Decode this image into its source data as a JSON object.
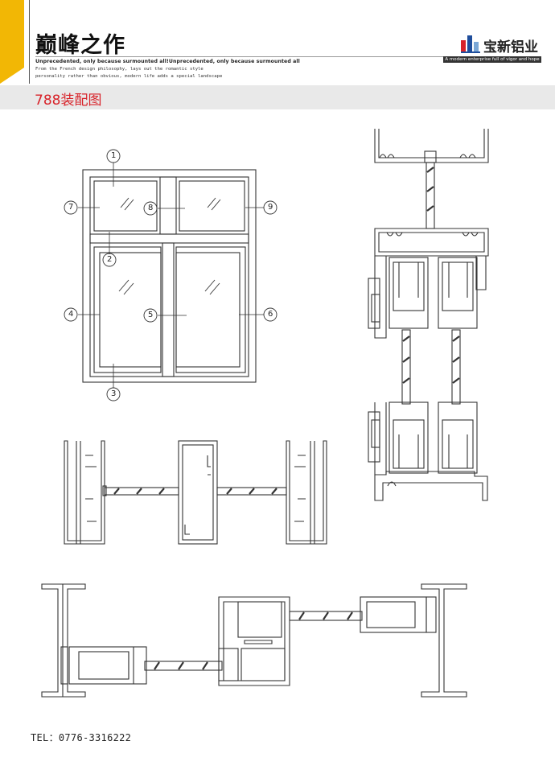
{
  "header": {
    "title": "巅峰之作",
    "tagline_bold": "Unprecedented, only because surmounted all!Unprecedented, only because surmounted all",
    "tagline_line1": "From the French design philosophy, lays out the romantic style",
    "tagline_line2": "personality rather than obvious, modern life adds a special landscape",
    "brand": "宝新铝业",
    "brand_slogan": "A modern enterprise full of vigor and hope"
  },
  "section": {
    "title": "788装配图"
  },
  "callouts": [
    "1",
    "2",
    "3",
    "4",
    "5",
    "6",
    "7",
    "8",
    "9"
  ],
  "footer": {
    "tel": "TEL：0776-3316222"
  },
  "colors": {
    "accent_corner": "#f2b705",
    "section_title": "#d8232a",
    "band": "#e9e9e9"
  }
}
